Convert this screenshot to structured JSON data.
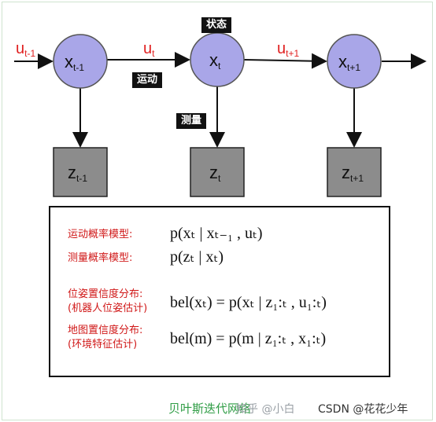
{
  "labels": {
    "state": "状态",
    "motion": "运动",
    "measure": "测量"
  },
  "controls": [
    {
      "base": "u",
      "sub": "t-1"
    },
    {
      "base": "u",
      "sub": "t"
    },
    {
      "base": "u",
      "sub": "t+1"
    }
  ],
  "states": [
    {
      "base": "x",
      "sub": "t-1"
    },
    {
      "base": "x",
      "sub": "t"
    },
    {
      "base": "x",
      "sub": "t+1"
    }
  ],
  "observations": [
    {
      "base": "z",
      "sub": "t-1"
    },
    {
      "base": "z",
      "sub": "t"
    },
    {
      "base": "z",
      "sub": "t+1"
    }
  ],
  "formulas": [
    {
      "label": "运动概率模型:",
      "expr": "p(xₜ | xₜ₋₁ , uₜ)"
    },
    {
      "label": "测量概率模型:",
      "expr": "p(zₜ | xₜ)"
    },
    {
      "label_line1": "位姿置信度分布:",
      "label_line2": "(机器人位姿估计)",
      "expr": "bel(xₜ) = p(xₜ | z₁:ₜ , u₁:ₜ)"
    },
    {
      "label_line1": "地图置信度分布:",
      "label_line2": "(环境特征估计)",
      "expr": "bel(m) = p(m | z₁:ₜ , x₁:ₜ)"
    }
  ],
  "caption": "贝叶斯迭代网络",
  "watermark_faded": "知乎 @小白",
  "watermark": "CSDN @花花少年",
  "colors": {
    "node_fill": "#a9a6e8",
    "obs_fill": "#8c8c8c",
    "label_red": "#e02020",
    "caption_green": "#2e9c44"
  }
}
